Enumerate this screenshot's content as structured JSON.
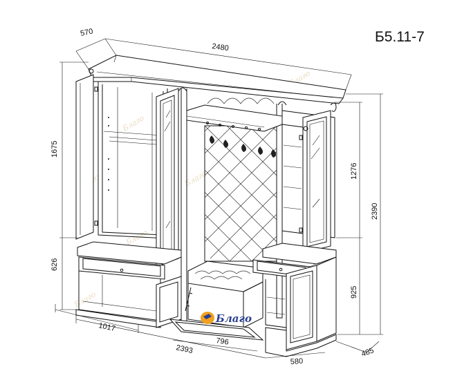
{
  "diagram": {
    "model_code": "Б5.11-7",
    "dimensions": {
      "top_depth": "570",
      "total_width": "2480",
      "left_upper_height": "1675",
      "left_lower_height": "626",
      "right_upper_height": "1276",
      "total_height": "2390",
      "right_lower_height": "925",
      "left_width": "1017",
      "lower_width": "2393",
      "center_width": "796",
      "right_width": "580",
      "bottom_depth": "485"
    },
    "watermark_text": "Благо",
    "logo_text": "Благо",
    "colors": {
      "line": "#111111",
      "watermark": "#e9dcc2",
      "logo_orange": "#f0a020",
      "logo_blue": "#2a3f8f"
    }
  }
}
